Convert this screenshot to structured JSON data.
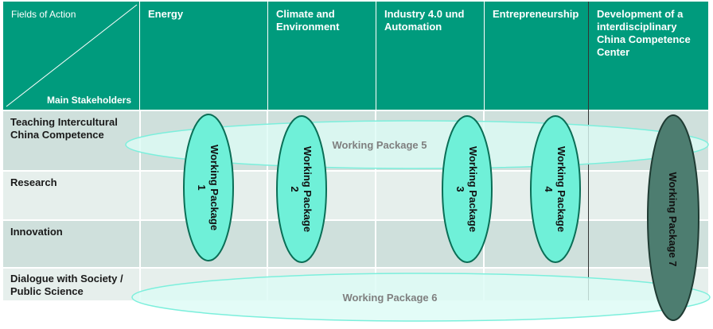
{
  "corner": {
    "top_label": "Fields of Action",
    "bottom_label": "Main Stakeholders"
  },
  "fields": [
    {
      "label": "Energy"
    },
    {
      "label": "Climate and Environment"
    },
    {
      "label": "Industry 4.0 und Automation"
    },
    {
      "label": "Entrepreneurship"
    },
    {
      "label": "Development of a interdisciplinary China Competence Center"
    }
  ],
  "stakeholders": [
    {
      "label": "Teaching Intercultural China Competence"
    },
    {
      "label": "Research"
    },
    {
      "label": "Innovation"
    },
    {
      "label": "Dialogue with Society / Public Science"
    }
  ],
  "packages": {
    "wp1": {
      "label": "Working Package",
      "number": "1"
    },
    "wp2": {
      "label": "Working Package",
      "number": "2"
    },
    "wp3": {
      "label": "Working Package",
      "number": "3"
    },
    "wp4": {
      "label": "Working Package",
      "number": "4"
    },
    "wp5": {
      "label": "Working Package 5"
    },
    "wp6": {
      "label": "Working Package 6"
    },
    "wp7": {
      "label": "Working Package 7"
    }
  },
  "colors": {
    "header_bg": "#009b7d",
    "row_dark": "#cfe0dc",
    "row_light": "#e6efec",
    "ellipse_fill": "#6ff0d8",
    "ellipse_stroke": "#0a6e56",
    "wp7_fill": "#4d7d70",
    "pale_fill": "#dcfbf5"
  }
}
